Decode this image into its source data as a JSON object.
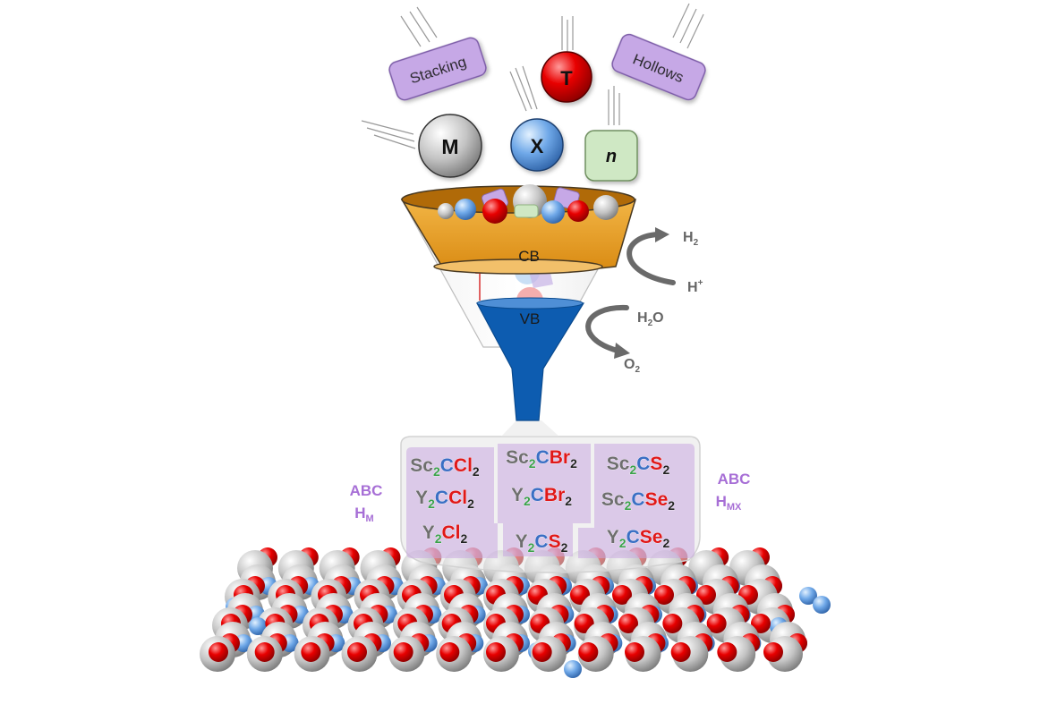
{
  "descriptors": {
    "stacking": "Stacking",
    "hollows": "Hollows",
    "t": "T",
    "m": "M",
    "x": "X",
    "n": "n"
  },
  "bands": {
    "cb": "CB",
    "vb": "VB"
  },
  "reactions": {
    "h2": {
      "base": "H",
      "sub": "2"
    },
    "hplus": {
      "base": "H",
      "sup": "+"
    },
    "h2o": {
      "a": "H",
      "sub": "2",
      "b": "O"
    },
    "o2": {
      "base": "O",
      "sub": "2"
    }
  },
  "side_labels": {
    "left": {
      "top": "ABC",
      "base": "H",
      "sub": "M"
    },
    "right": {
      "top": "ABC",
      "base": "H",
      "sub": "MX"
    }
  },
  "colors": {
    "metal": "#6e6e6e",
    "carbon": "#3a6fc4",
    "halogen": "#e01818",
    "subscript": "#3aa14a",
    "purple_text": "#a76fd6",
    "funnel_orange": "#e8a030",
    "funnel_blue": "#0d5cb0"
  },
  "formulas": {
    "col1": [
      {
        "m": "Sc",
        "c": "C",
        "x": "Cl",
        "xn": "2"
      },
      {
        "m": "Y",
        "c": "C",
        "x": "Cl",
        "xn": "2"
      },
      {
        "m": "Y",
        "c": "",
        "x": "Cl",
        "xn": "2"
      }
    ],
    "col2": [
      {
        "m": "Sc",
        "c": "C",
        "x": "Br",
        "xn": "2"
      },
      {
        "m": "Y",
        "c": "C",
        "x": "Br",
        "xn": "2"
      },
      {
        "m": "Y",
        "c": "C",
        "x": "S",
        "xn": "2"
      }
    ],
    "col3": [
      {
        "m": "Sc",
        "c": "C",
        "x": "S",
        "xn": "2"
      },
      {
        "m": "Sc",
        "c": "C",
        "x": "Se",
        "xn": "2"
      },
      {
        "m": "Y",
        "c": "C",
        "x": "Se",
        "xn": "2"
      }
    ],
    "metal_sub": "2"
  }
}
